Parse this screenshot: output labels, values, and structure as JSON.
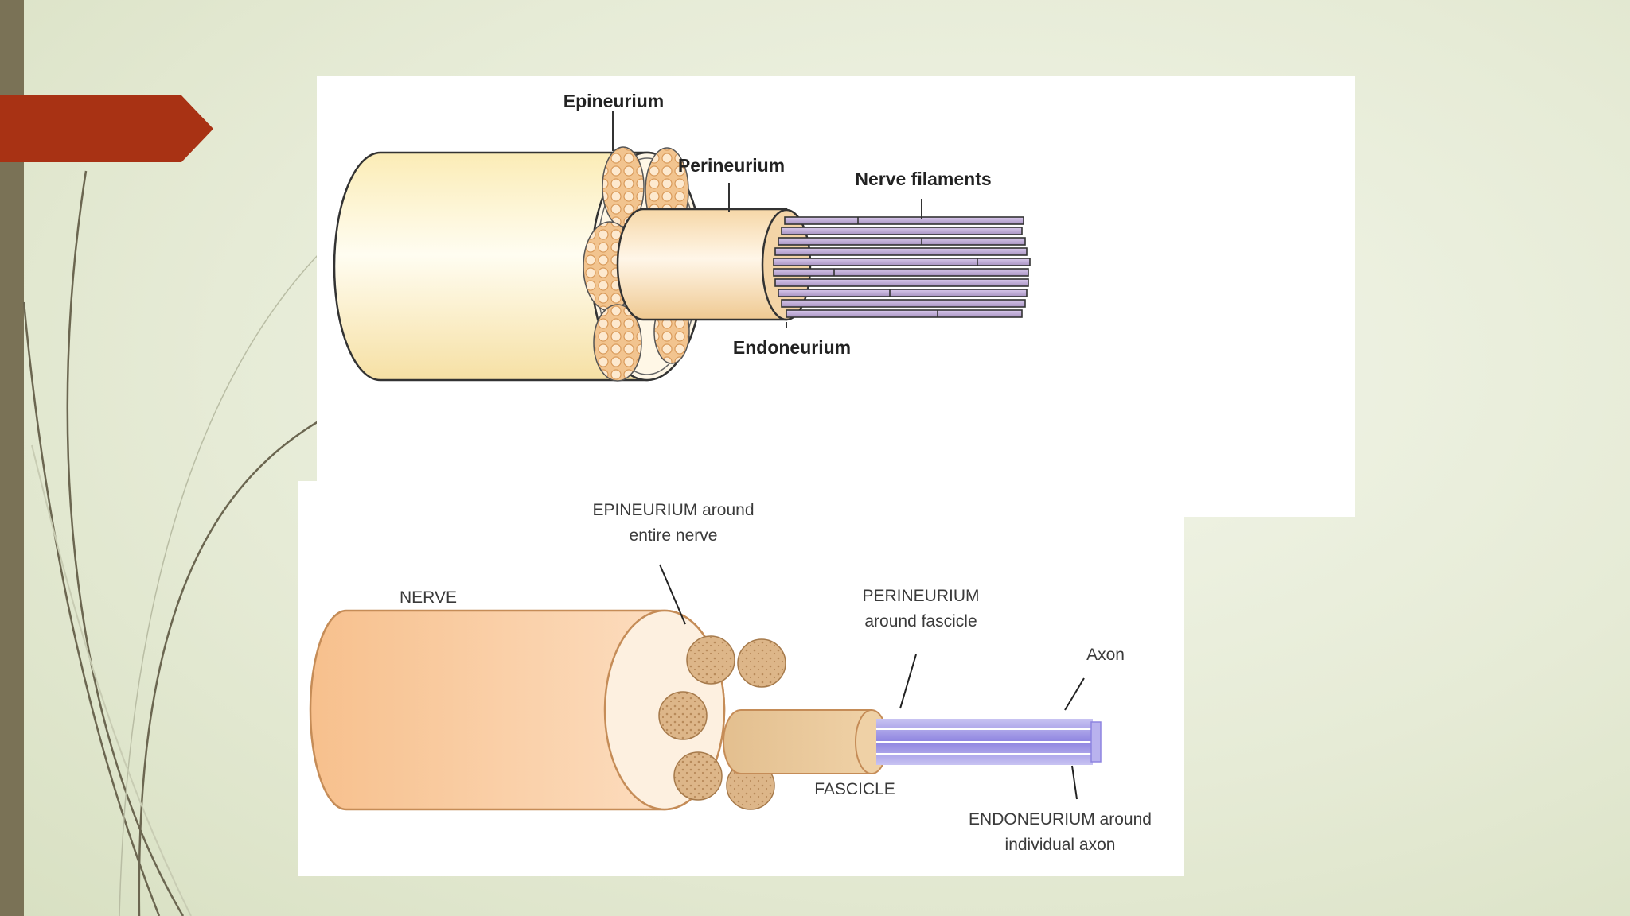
{
  "slide": {
    "colors": {
      "background": "#e8eddb",
      "left_bar": "#7a7256",
      "accent": "#a83214"
    }
  },
  "diagram_top": {
    "labels": {
      "epineurium": "Epineurium",
      "perineurium": "Perineurium",
      "nerve_filaments": "Nerve filaments",
      "endoneurium": "Endoneurium"
    }
  },
  "diagram_bottom": {
    "labels": {
      "epineurium_line1": "EPINEURIUM around",
      "epineurium_line2": "entire nerve",
      "nerve": "NERVE",
      "perineurium_line1": "PERINEURIUM",
      "perineurium_line2": "around fascicle",
      "axon": "Axon",
      "fascicle": "FASCICLE",
      "endoneurium_line1": "ENDONEURIUM around",
      "endoneurium_line2": "individual axon"
    }
  }
}
